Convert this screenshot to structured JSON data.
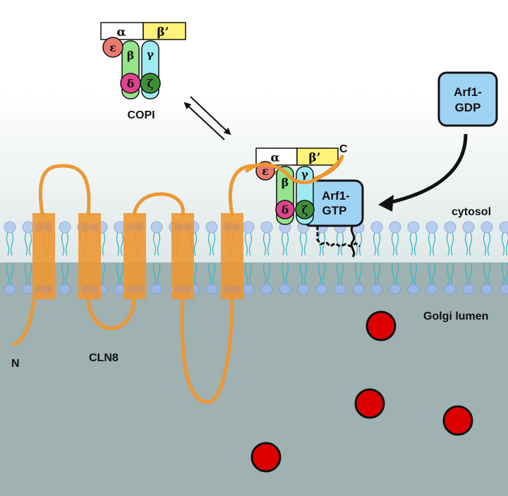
{
  "labels": {
    "copi": "COPI",
    "arf1_gdp_line1": "Arf1-",
    "arf1_gdp_line2": "GDP",
    "arf1_gtp_line1": "Arf1-",
    "arf1_gtp_line2": "GTP",
    "cytosol": "cytosol",
    "golgi_lumen": "Golgi lumen",
    "cln8": "CLN8",
    "n_terminus": "N",
    "c_terminus": "C"
  },
  "subunits": {
    "alpha": "α",
    "beta_prime": "β’",
    "beta": "β",
    "gamma": "γ",
    "delta": "δ",
    "zeta": "ζ",
    "epsilon": "ε"
  },
  "colors": {
    "cytosol_top": "#ffffff",
    "cytosol_bottom": "#e3ebeb",
    "lumen": "#9fb1b1",
    "cln8": "#ee9733",
    "arf1": "#9fd3f3",
    "alpha": "#ffffff",
    "beta_prime": "#fff27a",
    "beta": "#96e38c",
    "gamma": "#9eeaf2",
    "delta": "#e0438c",
    "zeta": "#3f8f3a",
    "epsilon": "#e97a6e",
    "lipid_head": "#b7cdf0",
    "lipid_tail": "#3ab7c4",
    "cargo": "#dd0000"
  }
}
